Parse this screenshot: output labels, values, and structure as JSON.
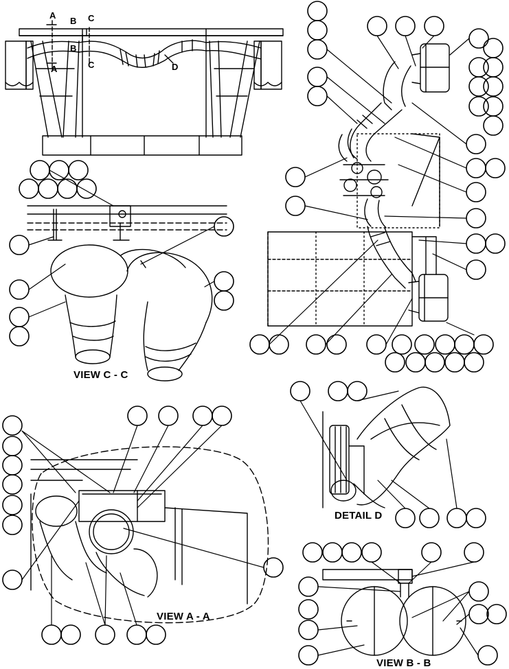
{
  "views": {
    "view_c": "VIEW C - C",
    "detail_d": "DETAIL D",
    "view_a": "VIEW A - A",
    "view_b": "VIEW B - B"
  },
  "section_markers": [
    "A",
    "B",
    "C",
    "A",
    "B",
    "C",
    "D"
  ],
  "callout_balloons": "blank (no numbers printed)"
}
